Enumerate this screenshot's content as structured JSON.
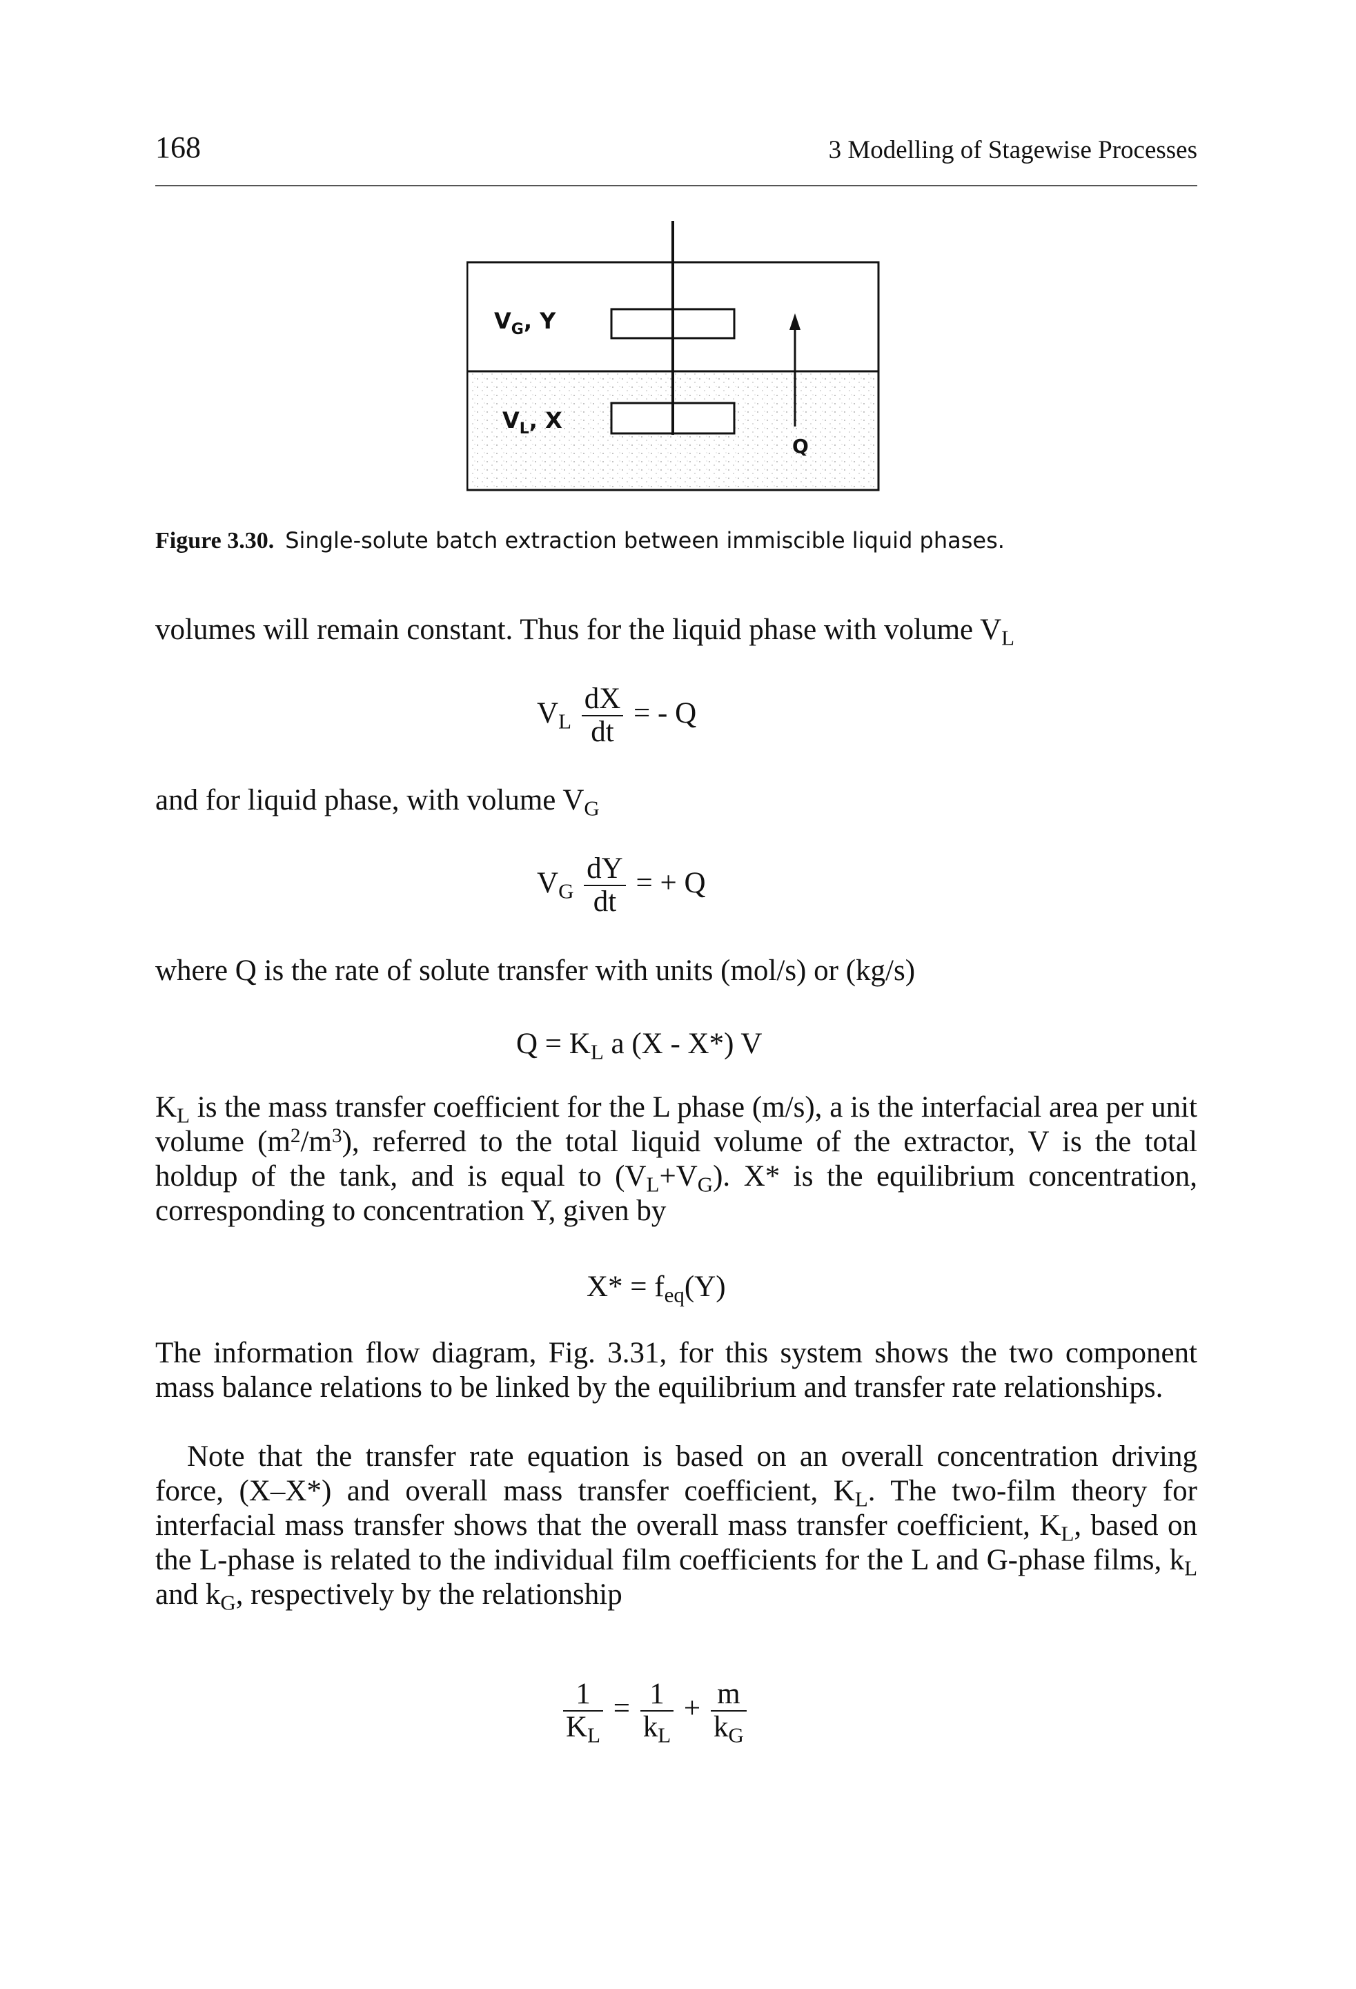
{
  "header": {
    "page_number": "168",
    "chapter_title": "3 Modelling of Stagewise Processes"
  },
  "figure": {
    "gas_label_v": "V",
    "gas_label_sub": "G",
    "gas_label_rest": ", Y",
    "liquid_label_v": "V",
    "liquid_label_sub": "L",
    "liquid_label_rest": ", X",
    "transfer_label": "Q",
    "caption_label": "Figure 3.30.",
    "caption_text": "Single-solute batch extraction between immiscible liquid phases."
  },
  "text": {
    "line1_a": "volumes will remain constant. Thus for the liquid phase with volume V",
    "line1_sub": "L",
    "line2_a": "and for liquid phase, with volume V",
    "line2_sub": "G",
    "line3": "where Q is the rate of solute transfer with units (mol/s) or (kg/s)",
    "para1_K": "K",
    "para1_Ksub": "L",
    "para1_a": " is the mass transfer coefficient for the L phase (m/s), a is the interfacial area per unit volume (m",
    "para1_sup1": "2",
    "para1_b": "/m",
    "para1_sup2": "3",
    "para1_c": "), referred to the total liquid volume of the extractor, V is the total holdup of the tank, and is equal to (V",
    "para1_sub1": "L",
    "para1_d": "+V",
    "para1_sub2": "G",
    "para1_e": "). X* is the equilibrium concentration, corresponding to concentration Y, given by",
    "para2": "The information flow diagram, Fig. 3.31, for this system shows the two component mass balance relations to be linked by the equilibrium and transfer rate relationships.",
    "para3_a": "Note that the transfer rate equation is based on an overall concentration driving force, (X–X*) and overall mass transfer coefficient, K",
    "para3_sub1": "L",
    "para3_b": ". The two-film theory for interfacial mass transfer shows that the overall mass transfer coefficient, K",
    "para3_sub2": "L",
    "para3_c": ", based on the L-phase is related to the individual film coefficients for the L and G-phase films, k",
    "para3_sub3": "L",
    "para3_d": " and k",
    "para3_sub4": "G",
    "para3_e": ", respectively by the relationship"
  },
  "equations": {
    "eq1": {
      "lhs_v": "V",
      "lhs_sub": "L",
      "num": "dX",
      "den": "dt",
      "rhs": "=  -  Q"
    },
    "eq2": {
      "lhs_v": "V",
      "lhs_sub": "G",
      "num": "dY",
      "den": "dt",
      "rhs": "=  +  Q"
    },
    "eq3": {
      "a": "Q  =  K",
      "sub": "L",
      "b": " a (X  -  X*) V"
    },
    "eq4": {
      "a": "X*  =  f",
      "sub": "eq",
      "b": "(Y)"
    },
    "eq5": {
      "f1_num": "1",
      "f1_den": "K",
      "f1_den_sub": "L",
      "eq": "=",
      "f2_num": "1",
      "f2_den": "k",
      "f2_den_sub": "L",
      "plus": "+",
      "f3_num": "m",
      "f3_den": "k",
      "f3_den_sub": "G"
    }
  }
}
